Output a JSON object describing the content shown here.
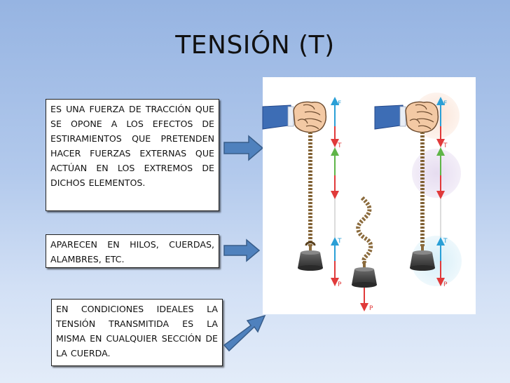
{
  "slide": {
    "title": "TENSIÓN (T)",
    "box1": "ES UNA FUERZA DE TRACCIÓN QUE SE OPONE A LOS EFECTOS DE ESTIRAMIENTOS QUE PRETENDEN HACER FUERZAS EXTERNAS QUE ACTÚAN EN LOS EXTREMOS DE DICHOS ELEMENTOS.",
    "box2": "APARECEN EN HILOS, CUERDAS, ALAMBRES, ETC.",
    "box3": "EN CONDICIONES IDEALES LA TENSIÓN TRANSMITIDA ES LA MISMA EN CUALQUIER SECCIÓN DE LA CUERDA."
  },
  "figure": {
    "labels": {
      "f": "F",
      "t": "T",
      "p": "P"
    }
  },
  "colors": {
    "arrow_fill": "#4f81bd",
    "arrow_stroke": "#385d8a",
    "force_up": "#2a9fd6",
    "force_down": "#e03a3a",
    "tension_green": "#5fb548",
    "rope": "#8b6b3d"
  }
}
